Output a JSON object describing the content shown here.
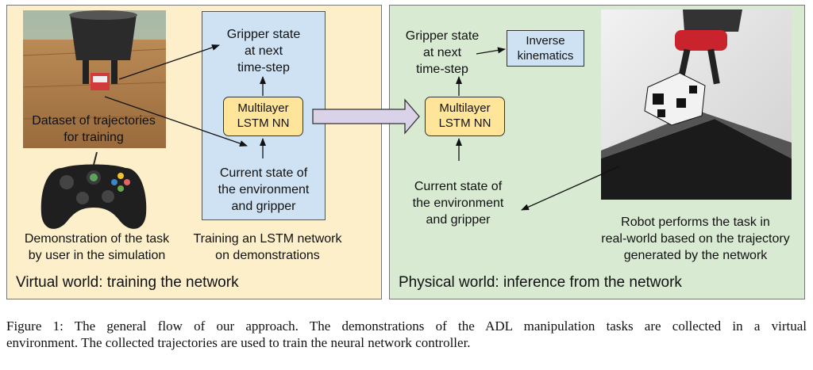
{
  "left_panel": {
    "title": "Virtual world: training the network",
    "dataset_label_line1": "Dataset of trajectories",
    "dataset_label_line2": "for training",
    "demo_label_line1": "Demonstration of the task",
    "demo_label_line2": "by user in the simulation",
    "gripper_next_line1": "Gripper state",
    "gripper_next_line2": "at next",
    "gripper_next_line3": "time-step",
    "lstm_line1": "Multilayer",
    "lstm_line2": "LSTM NN",
    "current_state_line1": "Current state of",
    "current_state_line2": "the environment",
    "current_state_line3": "and gripper",
    "training_label_line1": "Training an LSTM network",
    "training_label_line2": "on demonstrations"
  },
  "right_panel": {
    "title": "Physical world: inference from the network",
    "gripper_next_line1": "Gripper state",
    "gripper_next_line2": "at next",
    "gripper_next_line3": "time-step",
    "ik_line1": "Inverse",
    "ik_line2": "kinematics",
    "lstm_line1": "Multilayer",
    "lstm_line2": "LSTM NN",
    "current_state_line1": "Current state of",
    "current_state_line2": "the environment",
    "current_state_line3": "and gripper",
    "robot_label_line1": "Robot performs the task in",
    "robot_label_line2": "real-world based on the trajectory",
    "robot_label_line3": "generated by the network"
  },
  "caption": {
    "line1": "Figure 1: The general flow of our approach. The demonstrations of the ADL manipulation tasks are collected in a virtual",
    "line2": "environment. The collected trajectories are used to train the neural network controller."
  },
  "colors": {
    "left_panel_bg": "#fcefc9",
    "right_panel_bg": "#d9ead3",
    "blue_box": "#cfe2f3",
    "lstm_box": "#ffe599",
    "big_arrow": "#d9d2e9"
  },
  "icons": [
    "simulation-scene-image",
    "game-controller-icon",
    "robot-gripper-photo"
  ]
}
